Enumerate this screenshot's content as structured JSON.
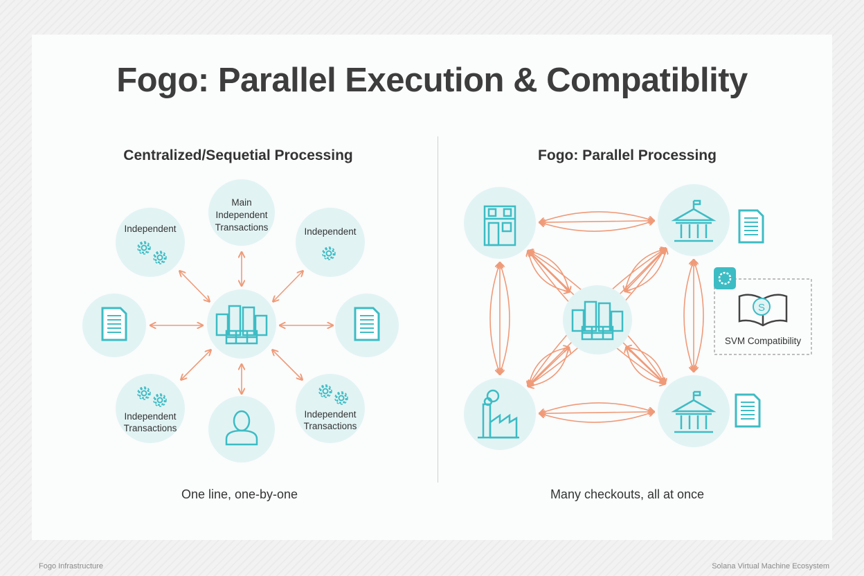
{
  "title": "Fogo: Parallel Execution & Compatiblity",
  "left": {
    "heading": "Centralized/Sequetial Processing",
    "caption": "One line, one-by-one",
    "nodes": {
      "top": [
        "Main",
        "Independent",
        "Transactions"
      ],
      "top_left": "Independent",
      "top_right": "Independent",
      "bottom_left": [
        "Independent",
        "Transactions"
      ],
      "bottom_right": [
        "Independent",
        "Transactions"
      ]
    }
  },
  "right": {
    "heading": "Fogo: Parallel Processing",
    "caption": "Many checkouts, all at once",
    "svm_label": "SVM Compatibility"
  },
  "footer": {
    "left": "Fogo Infrastructure",
    "right": "Solana Virtual Machine Ecosystem"
  },
  "colors": {
    "teal": "#3dbcc4",
    "circle": "#e2f3f4",
    "arrow": "#ef9a78"
  }
}
